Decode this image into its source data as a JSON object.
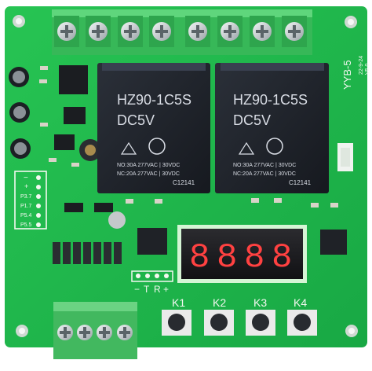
{
  "product": {
    "board_model": "YYB-5",
    "board_date": "22-9-24",
    "board_version": "V5.0"
  },
  "relays": [
    {
      "model": "HZ90-1C5S",
      "coil": "DC5V",
      "rating_no": "NO:30A 277VAC | 30VDC",
      "rating_nc": "NC:20A 277VAC | 30VDC",
      "code": "C12141"
    },
    {
      "model": "HZ90-1C5S",
      "coil": "DC5V",
      "rating_no": "NO:30A 277VAC | 30VDC",
      "rating_nc": "NC:20A 277VAC | 30VDC",
      "code": "C12141"
    }
  ],
  "display": {
    "digits": [
      "8",
      "8",
      "8",
      "8"
    ],
    "color": "#ff4141"
  },
  "buttons": [
    {
      "label": "K1"
    },
    {
      "label": "K2"
    },
    {
      "label": "K3"
    },
    {
      "label": "K4"
    }
  ],
  "pin_labels": {
    "minus": "−",
    "plus": "+",
    "p37": "P3.7",
    "p17": "P1.7",
    "p54": "P5.4",
    "p55": "P5.5"
  },
  "serial_labels": {
    "minus": "−",
    "t": "T",
    "r": "R",
    "plus": "+"
  },
  "colors": {
    "pcb": "#1db24a",
    "terminal": "#42b85f",
    "relay": "#20242d",
    "display": "#1b1b1d"
  }
}
